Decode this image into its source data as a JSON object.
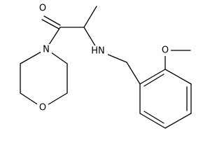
{
  "molecule": {
    "atoms": {
      "carbonyl_oxygen": "O",
      "morpholine_nitrogen": "N",
      "morpholine_oxygen": "O",
      "amine": "HN",
      "methoxy_oxygen": "O"
    }
  }
}
